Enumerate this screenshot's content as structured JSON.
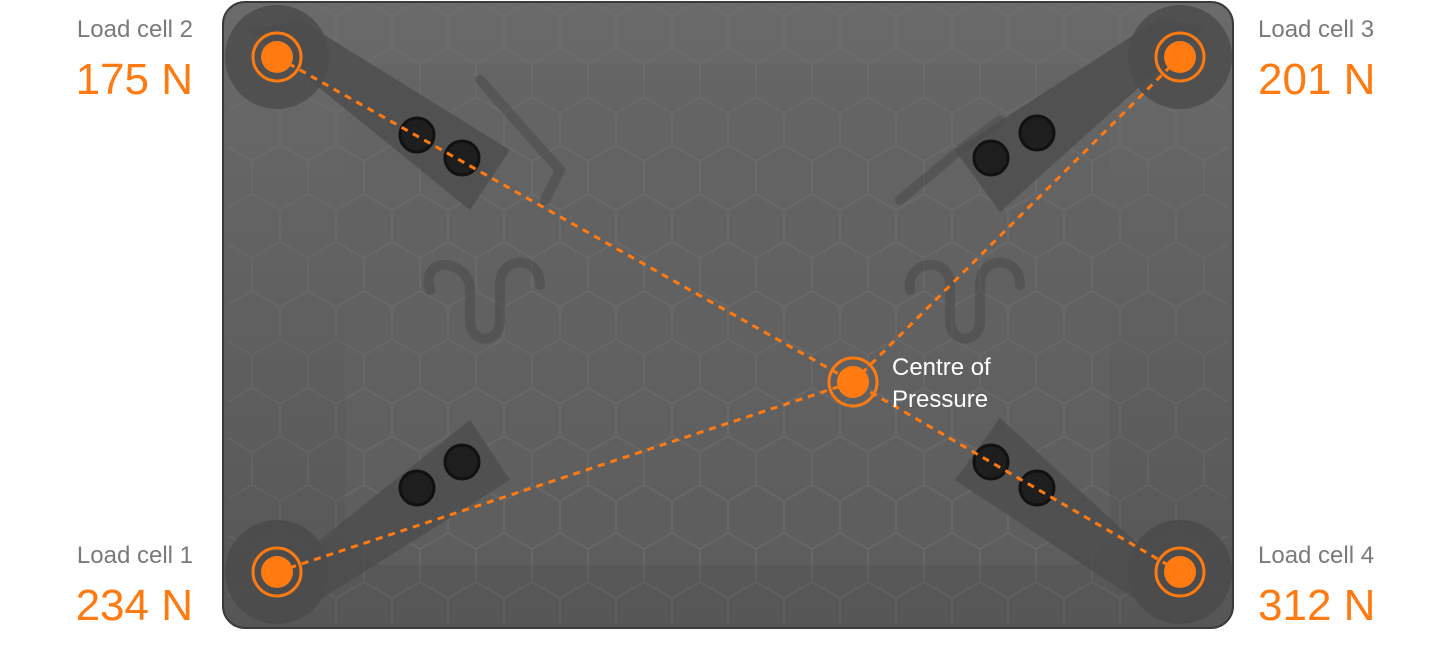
{
  "load_cells": [
    {
      "label": "Load cell 1",
      "value": "234 N",
      "force_newtons": 234
    },
    {
      "label": "Load cell 2",
      "value": "175 N",
      "force_newtons": 175
    },
    {
      "label": "Load cell 3",
      "value": "201 N",
      "force_newtons": 201
    },
    {
      "label": "Load cell 4",
      "value": "312 N",
      "force_newtons": 312
    }
  ],
  "centre_of_pressure": {
    "line1": "Centre of",
    "line2": "Pressure"
  },
  "colors": {
    "accent": "#ff7a10",
    "label_gray": "#7a7a7a",
    "plate": "#5c5c5c",
    "background": "#ffffff"
  }
}
